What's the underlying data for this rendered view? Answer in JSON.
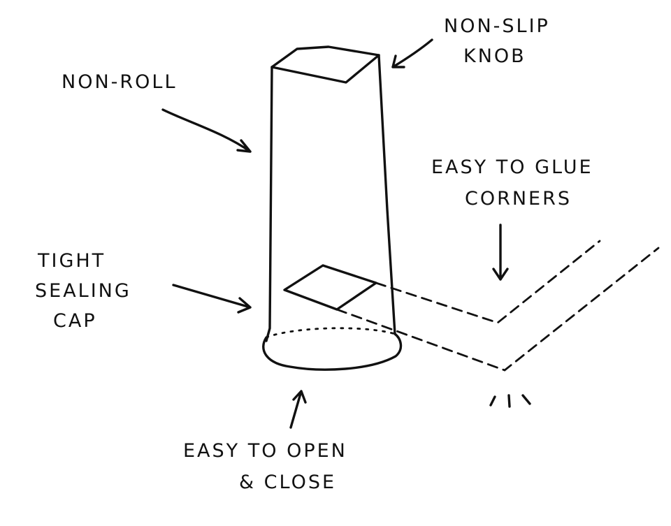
{
  "labels": {
    "non_slip_knob": [
      "NON-SLIP",
      "KNOB"
    ],
    "non_roll": "NON-ROLL",
    "easy_to_glue": [
      "EASY TO GLUE",
      "CORNERS"
    ],
    "tight_sealing_cap": [
      "TIGHT",
      "SEALING",
      "CAP"
    ],
    "easy_to_open": [
      "EASY TO OPEN",
      "& CLOSE"
    ]
  },
  "colors": {
    "ink": "#111111",
    "paper": "#ffffff"
  }
}
